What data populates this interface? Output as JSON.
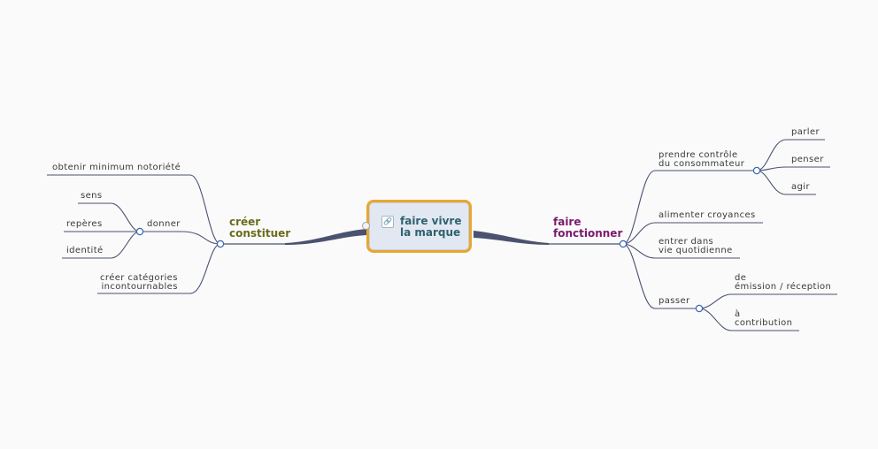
{
  "root": {
    "line1": "faire vivre",
    "line2": "la marque",
    "link_icon": "link-icon"
  },
  "left_branch": {
    "line1": "créer",
    "line2": "constituer",
    "color": "#6b6b1f",
    "children": {
      "notoriete": "obtenir minimum notoriété",
      "donner": "donner",
      "sens": "sens",
      "reperes": "repères",
      "identite": "identité",
      "categories_line1": "créer catégories",
      "categories_line2": "incontournables"
    }
  },
  "right_branch": {
    "line1": "faire",
    "line2": "fonctionner",
    "color": "#7a1a6e",
    "children": {
      "controle_line1": "prendre contrôle",
      "controle_line2": "du consommateur",
      "parler": "parler",
      "penser": "penser",
      "agir": "agir",
      "croyances": "alimenter croyances",
      "quotidien_line1": "entrer dans",
      "quotidien_line2": "vie quotidienne",
      "passer": "passer",
      "emission_line1": "de",
      "emission_line2": "émission / réception",
      "contribution_line1": "à",
      "contribution_line2": "contribution"
    }
  },
  "colors": {
    "line": "#4a5270",
    "node_fill": "#ffffff",
    "node_stroke": "#3b66b0",
    "root_border": "#e8a630",
    "root_fill": "#e2e8f1"
  }
}
